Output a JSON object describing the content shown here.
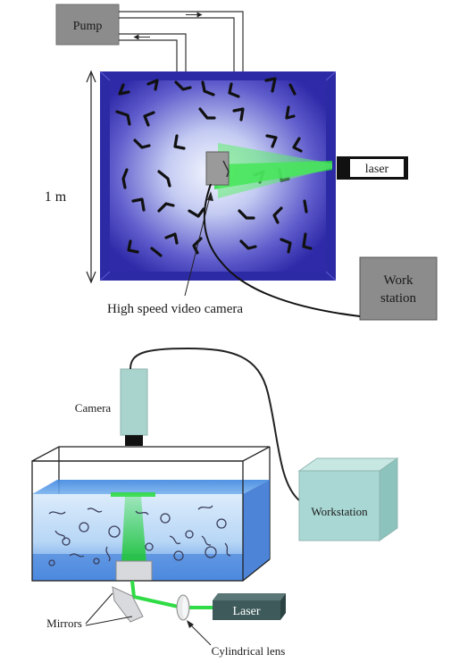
{
  "top_diagram": {
    "pump_label": "Pump",
    "dimension_label": "1 m",
    "laser_label": "laser",
    "workstation_line1": "Work",
    "workstation_line2": "station",
    "camera_caption": "High speed video camera"
  },
  "bottom_diagram": {
    "camera_label": "Camera",
    "workstation_label": "Workstation",
    "laser_label": "Laser",
    "mirrors_label": "Mirrors",
    "lens_label": "Cylindrical lens"
  },
  "colors": {
    "tank_blue_dark": "#3a39b8",
    "tank_blue_light": "#e8ecff",
    "laser_green": "#2fdc45",
    "box_gray": "#8a8a8a",
    "water_blue": "#4a8de0",
    "box_teal": "#a9d8d4",
    "laser_box": "#3e5a5a"
  }
}
